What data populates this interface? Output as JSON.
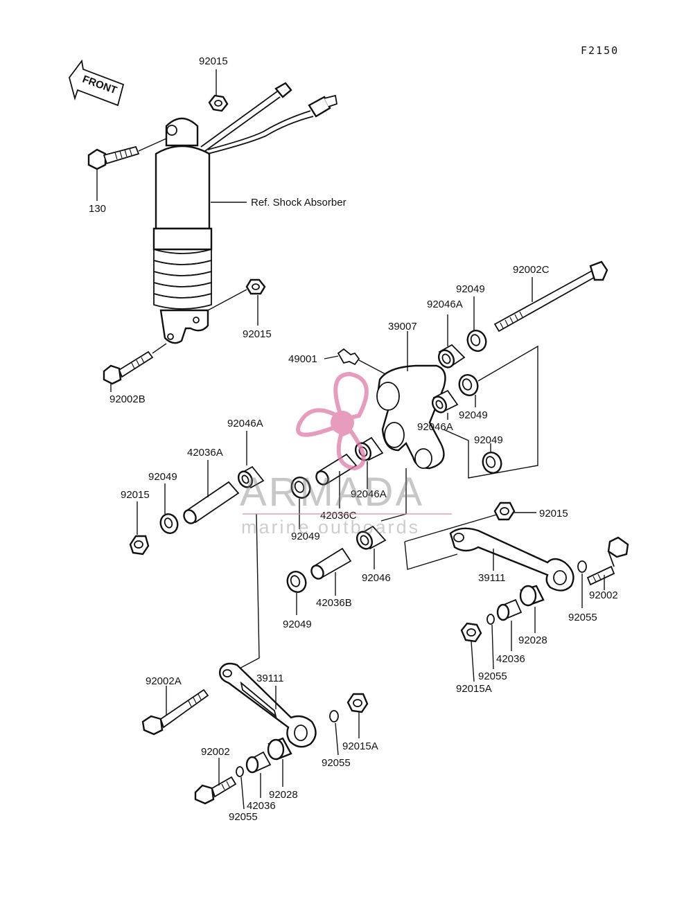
{
  "diagram": {
    "code": "F2150",
    "front_label": "FRONT",
    "ref_label": "Ref. Shock Absorber"
  },
  "parts": [
    "92015",
    "130",
    "92015",
    "92002B",
    "49001",
    "39007",
    "92046A",
    "92049",
    "92002C",
    "92049",
    "92046A",
    "92049",
    "92046A",
    "42036A",
    "92049",
    "92015",
    "92046A",
    "42036C",
    "92049",
    "92046",
    "42036B",
    "92049",
    "92015",
    "39111",
    "92002",
    "92055",
    "92028",
    "42036",
    "92055",
    "92015A",
    "92002A",
    "39111",
    "92002",
    "92055",
    "42036",
    "92028",
    "92055",
    "92015A"
  ],
  "watermark": {
    "brand": "ARMADA",
    "tagline": "marine outboards",
    "accent_color": "#e07aa8"
  }
}
